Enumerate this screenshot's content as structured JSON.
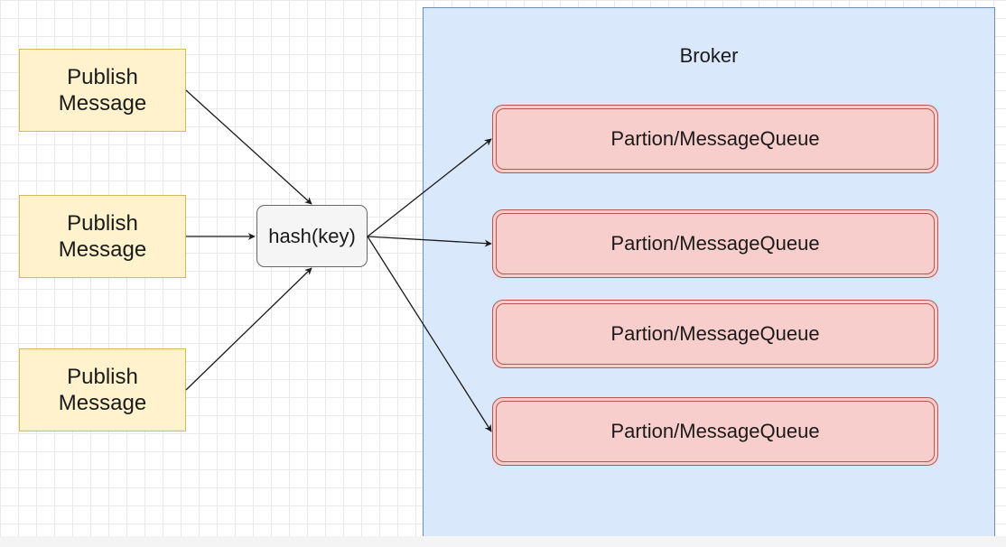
{
  "broker": {
    "title": "Broker"
  },
  "publishers": [
    {
      "label": "Publish\nMessage"
    },
    {
      "label": "Publish\nMessage"
    },
    {
      "label": "Publish\nMessage"
    }
  ],
  "hash": {
    "label": "hash(key)"
  },
  "queues": [
    {
      "label": "Partion/MessageQueue"
    },
    {
      "label": "Partion/MessageQueue"
    },
    {
      "label": "Partion/MessageQueue"
    },
    {
      "label": "Partion/MessageQueue"
    }
  ],
  "colors": {
    "publisher_fill": "#fff2cc",
    "publisher_stroke": "#d6b656",
    "broker_fill": "#dae8fc",
    "broker_stroke": "#6c8ebf",
    "queue_fill": "#f8cecc",
    "queue_stroke": "#b85450",
    "hash_fill": "#f5f5f5",
    "hash_stroke": "#666666",
    "arrow": "#1a1a1a"
  }
}
